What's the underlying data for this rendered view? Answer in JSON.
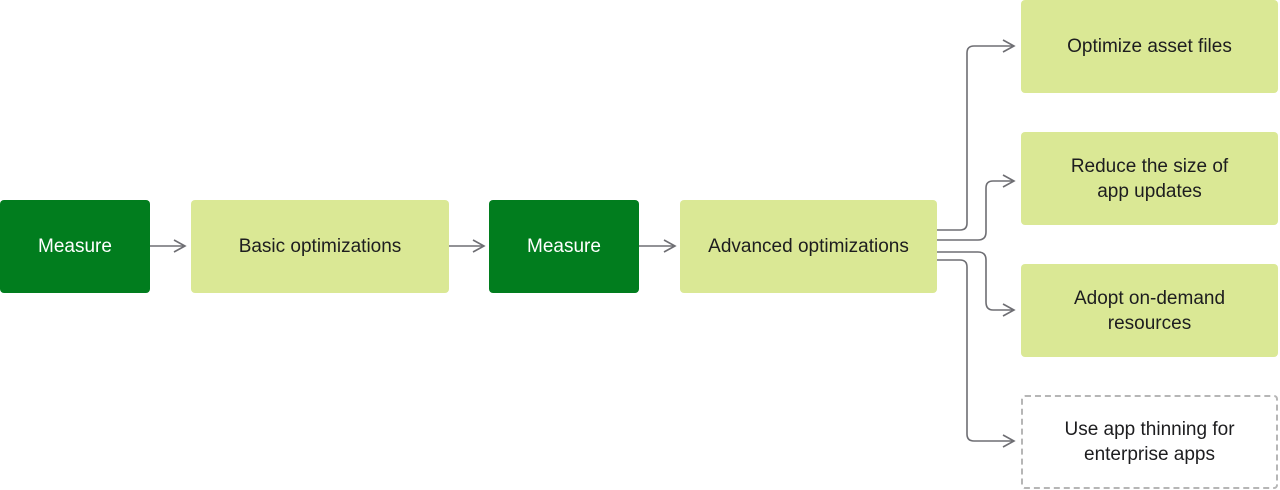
{
  "diagram": {
    "colors": {
      "measure_fill": "#017d1e",
      "step_fill": "#dae895",
      "optional_border": "#b6b6b6",
      "arrow": "#6e6e73"
    },
    "flow": {
      "measure_1": "Measure",
      "basic": "Basic optimizations",
      "measure_2": "Measure",
      "advanced": "Advanced optimizations"
    },
    "branches": {
      "optimize_assets": [
        "Optimize asset files"
      ],
      "reduce_updates": [
        "Reduce the size of",
        "app updates"
      ],
      "on_demand": [
        "Adopt on-demand",
        "resources"
      ],
      "app_thinning": [
        "Use app thinning for",
        "enterprise apps"
      ]
    }
  }
}
